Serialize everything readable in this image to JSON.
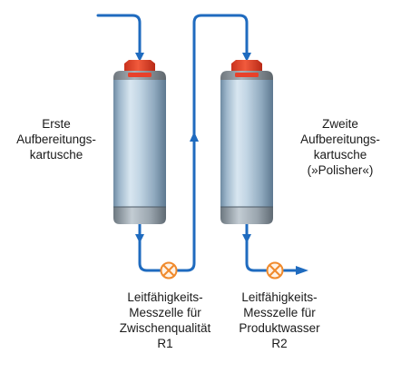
{
  "cartridge_1": {
    "label_lines": [
      "Erste",
      "Aufbereitungs-",
      "kartusche"
    ]
  },
  "cartridge_2": {
    "label_lines": [
      "Zweite",
      "Aufbereitungs-",
      "kartusche",
      "(»Polisher«)"
    ]
  },
  "sensor_1": {
    "label_lines": [
      "Leitfähigkeits-",
      "Messzelle für",
      "Zwischenqualität",
      "R1"
    ]
  },
  "sensor_2": {
    "label_lines": [
      "Leitfähigkeits-",
      "Messzelle für",
      "Produktwasser",
      "R2"
    ]
  },
  "colors": {
    "pipe": "#1f6bbf",
    "cartridge_body_light": "#c5d9e8",
    "cartridge_body_dark": "#5d7890",
    "cap_gray": "#8a9299",
    "cap_red": "#e8412a",
    "sensor_orange": "#f08a2c"
  }
}
